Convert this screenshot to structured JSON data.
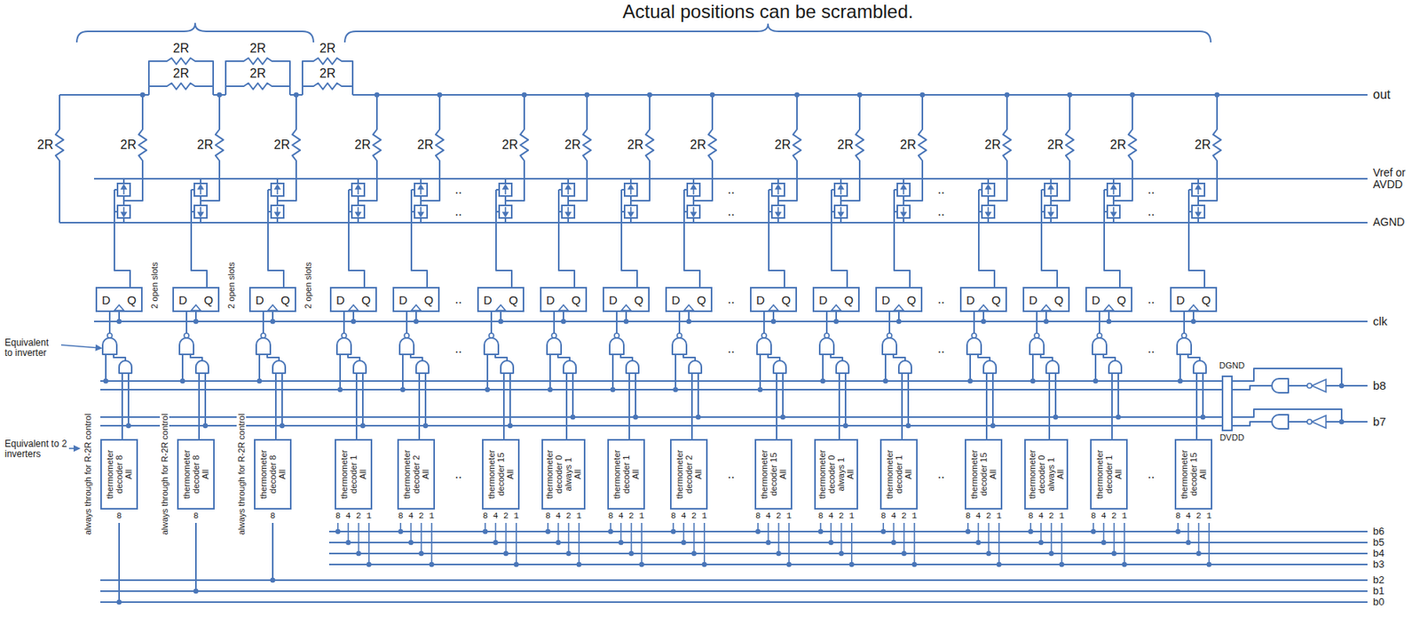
{
  "diagram": {
    "nodes": [
      {
        "text": [
          "D",
          "Q"
        ]
      },
      {
        "text": [
          "D",
          "Q"
        ]
      },
      {
        "text": [
          "D",
          "Q"
        ]
      },
      {
        "text": [
          "D",
          "Q"
        ]
      },
      {
        "text": [
          "D",
          "Q"
        ]
      },
      {
        "text": [
          "D",
          "Q"
        ]
      },
      {
        "text": [
          "D",
          "Q"
        ]
      },
      {
        "text": [
          "D",
          "Q"
        ]
      },
      {
        "text": [
          "D",
          "Q"
        ]
      },
      {
        "text": [
          "D",
          "Q"
        ]
      },
      {
        "text": [
          "D",
          "Q"
        ]
      },
      {
        "text": [
          "D",
          "Q"
        ]
      },
      {
        "text": [
          "D",
          "Q"
        ]
      },
      {
        "text": [
          "D",
          "Q"
        ]
      },
      {
        "text": [
          "D",
          "Q"
        ]
      },
      {
        "text": [
          "D",
          "Q"
        ]
      },
      {
        "text": [
          "thermometer decoder 8",
          "All"
        ]
      },
      {
        "text": [
          "thermometer decoder 8",
          "All"
        ]
      },
      {
        "text": [
          "thermometer decoder 8",
          "All"
        ]
      },
      {
        "text": [
          "thermometer decoder 1",
          "All"
        ]
      },
      {
        "text": [
          "thermometer decoder 2",
          "All"
        ]
      },
      {
        "text": [
          "thermometer decoder 15",
          "All"
        ]
      },
      {
        "text": [
          "thermometer decoder 0",
          "always 1",
          "All"
        ]
      },
      {
        "text": [
          "thermometer decoder 1",
          "All"
        ]
      },
      {
        "text": [
          "thermometer decoder 2",
          "All"
        ]
      },
      {
        "text": [
          "thermometer decoder 15",
          "All"
        ]
      },
      {
        "text": [
          "thermometer decoder 0",
          "always 1",
          "All"
        ]
      },
      {
        "text": [
          "thermometer decoder 1",
          "All"
        ]
      },
      {
        "text": [
          "thermometer decoder 15",
          "All"
        ]
      },
      {
        "text": [
          "thermometer decoder 0",
          "always 1",
          "All"
        ]
      },
      {
        "text": [
          "thermometer decoder 1",
          "All"
        ]
      },
      {
        "text": [
          "thermometer decoder 15",
          "All"
        ]
      }
    ],
    "edges": [
      {
        "from": 16,
        "to": 0,
        "arrow": "none"
      },
      {
        "from": 17,
        "to": 1,
        "arrow": "none"
      },
      {
        "from": 18,
        "to": 2,
        "arrow": "none"
      },
      {
        "from": 19,
        "to": 3,
        "arrow": "none"
      },
      {
        "from": 20,
        "to": 4,
        "arrow": "none"
      },
      {
        "from": 21,
        "to": 5,
        "arrow": "none"
      },
      {
        "from": 22,
        "to": 6,
        "arrow": "none"
      },
      {
        "from": 23,
        "to": 7,
        "arrow": "none"
      },
      {
        "from": 24,
        "to": 8,
        "arrow": "none"
      },
      {
        "from": 25,
        "to": 9,
        "arrow": "none"
      },
      {
        "from": 26,
        "to": 10,
        "arrow": "none"
      },
      {
        "from": 27,
        "to": 11,
        "arrow": "none"
      },
      {
        "from": 28,
        "to": 12,
        "arrow": "none"
      },
      {
        "from": 29,
        "to": 13,
        "arrow": "none"
      },
      {
        "from": 30,
        "to": 14,
        "arrow": "none"
      },
      {
        "from": 31,
        "to": 15,
        "arrow": "none"
      }
    ],
    "labels": [
      "Actual positions can be scrambled.",
      "2R",
      "2R",
      "2R",
      "2R",
      "2R",
      "2R",
      "2R",
      "2R",
      "2R",
      "2R",
      "2R",
      "2R",
      "2R",
      "2R",
      "2R",
      "2R",
      "2R",
      "2R",
      "2R",
      "2R",
      "2R",
      "2R",
      "2R",
      "out",
      "Vref or AVDD",
      "AGND",
      "2 open slots",
      "2 open slots",
      "2 open slots",
      "clk",
      "Equivalent to inverter",
      "DGND",
      "b8",
      "DVDD",
      "b7",
      "Equivalent to 2 inverters",
      "always through for R-2R control",
      "always through for R-2R control",
      "always through for R-2R control",
      "8",
      "8",
      "8",
      "8 4 2 1",
      "8 4 2 1",
      "8 4 2 1",
      "8 4 2 1",
      "8 4 2 1",
      "8 4 2 1",
      "8 4 2 1",
      "8 4 2 1",
      "8 4 2 1",
      "8 4 2 1",
      "8 4 2 1",
      "8 4 2 1",
      "8 4 2 1",
      "b6",
      "b5",
      "b4",
      "b3",
      "b2",
      "b1",
      "b0",
      "..",
      "..",
      "..",
      "..",
      "..",
      "..",
      "..",
      "..",
      "..",
      "..",
      "..",
      "..",
      "..",
      "..",
      "..",
      "..",
      "..",
      "..",
      "..",
      ".."
    ]
  }
}
